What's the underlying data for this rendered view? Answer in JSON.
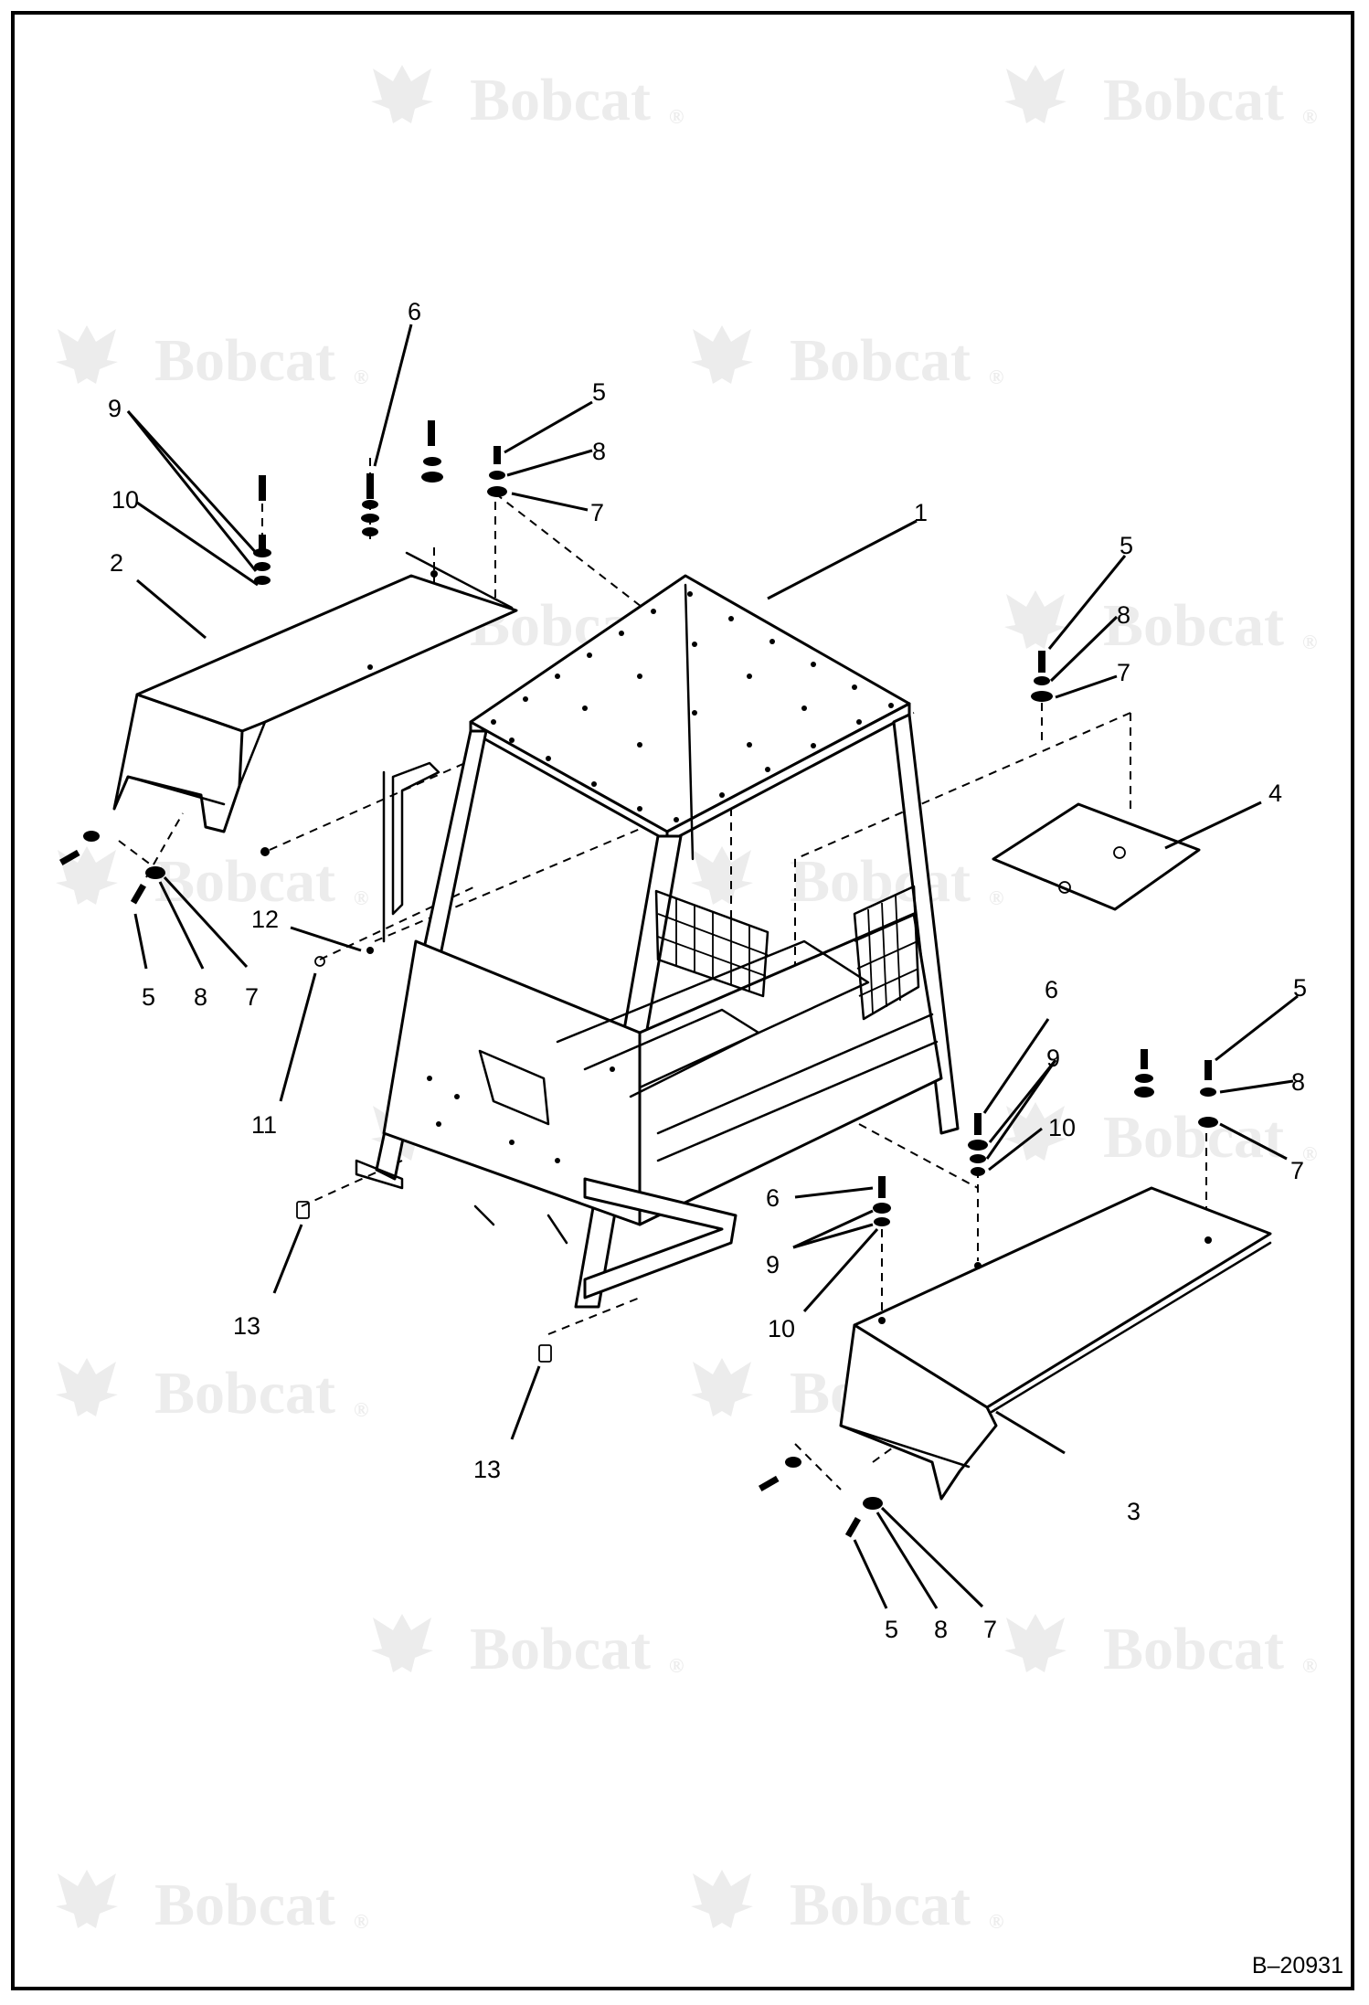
{
  "watermark": {
    "text": "Bobcat",
    "mark": "®",
    "logo_icon": "bobcat-logo-icon"
  },
  "drawing_number": "B–20931",
  "callouts": {
    "c1": "1",
    "c2": "2",
    "c3": "3",
    "c4": "4",
    "c5a": "5",
    "c5b": "5",
    "c5c": "5",
    "c5d": "5",
    "c5e": "5",
    "c6a": "6",
    "c6b": "6",
    "c6c": "6",
    "c7a": "7",
    "c7b": "7",
    "c7c": "7",
    "c7d": "7",
    "c7e": "7",
    "c8a": "8",
    "c8b": "8",
    "c8c": "8",
    "c8d": "8",
    "c8e": "8",
    "c9a": "9",
    "c9b": "9",
    "c9c": "9",
    "c10a": "10",
    "c10b": "10",
    "c10c": "10",
    "c11": "11",
    "c12": "12",
    "c13a": "13",
    "c13b": "13"
  },
  "colors": {
    "line": "#000000",
    "watermark": "#ececec",
    "background": "#ffffff"
  }
}
